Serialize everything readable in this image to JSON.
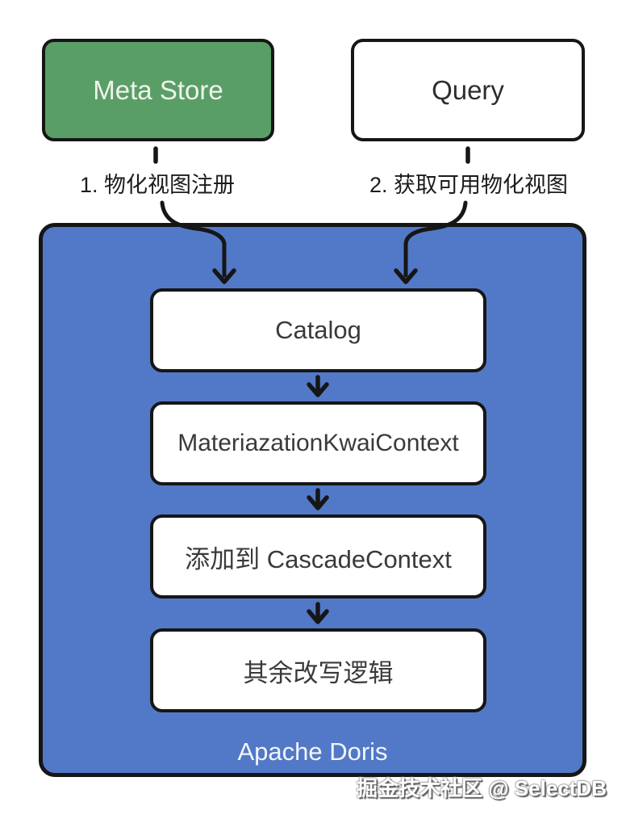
{
  "colors": {
    "green": "#5a9e67",
    "blue": "#5279c7",
    "stroke": "#161616",
    "box_bg": "#ffffff",
    "box_text": "#3a3a3a",
    "light_text": "#eef4ea"
  },
  "top_nodes": [
    {
      "id": "meta-store",
      "label": "Meta Store"
    },
    {
      "id": "query",
      "label": "Query"
    }
  ],
  "edge_labels": [
    {
      "text": "1. 物化视图注册"
    },
    {
      "text": "2. 获取可用物化视图"
    }
  ],
  "container": {
    "label": "Apache Doris"
  },
  "flow_boxes": [
    {
      "label": "Catalog"
    },
    {
      "label": "MateriazationKwaiContext"
    },
    {
      "label": "添加到 CascadeContext"
    },
    {
      "label": "其余改写逻辑"
    }
  ],
  "watermark": {
    "text": "掘金技术社区 @ SelectDB"
  }
}
